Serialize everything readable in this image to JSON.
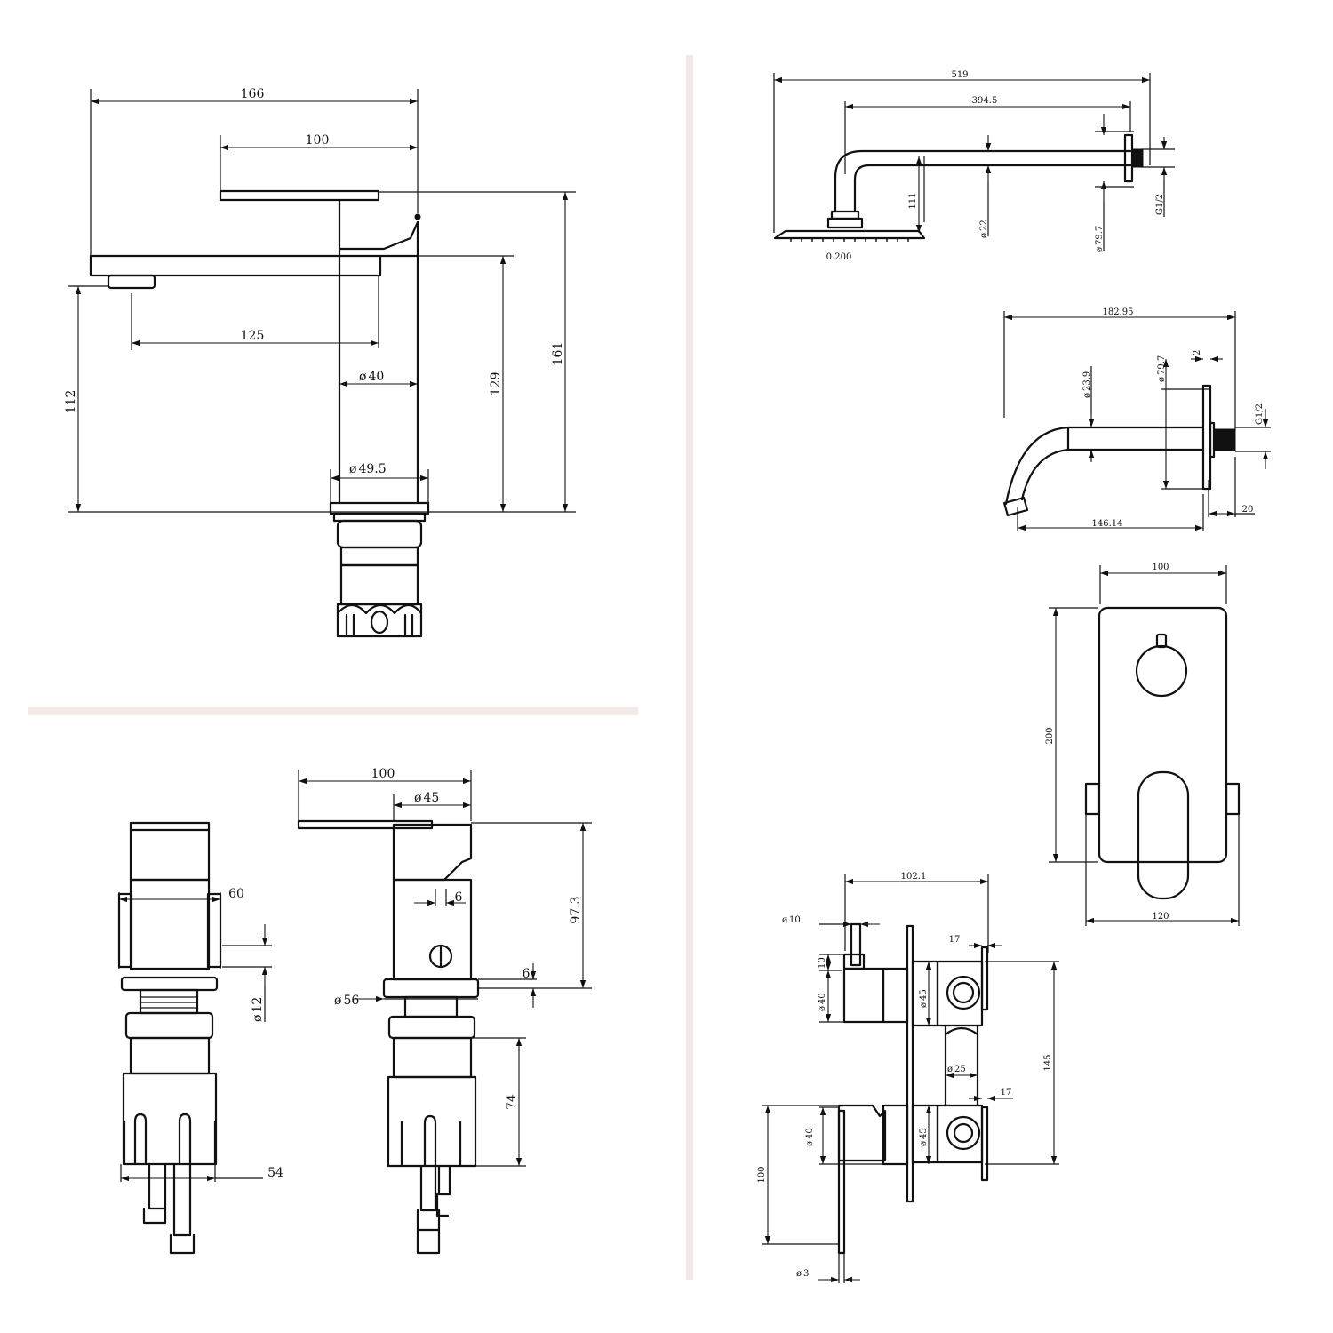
{
  "divider_color": "#f1eae6",
  "line_color": "#111111",
  "basin_mixer_side": {
    "width": "166",
    "lever_length": "100",
    "spout_reach": "125",
    "body_diameter": "40",
    "base_diameter": "49.5",
    "spout_height": "112",
    "outlet_height": "129",
    "overall_height": "161"
  },
  "shower_arm": {
    "overall_length": "519",
    "arm_length": "394.5",
    "drop_height": "111",
    "arm_diameter": "22",
    "flange_diameter": "79.7",
    "thread": "G1/2",
    "head_label": "0.200"
  },
  "wall_spout": {
    "overall_length": "182.95",
    "pipe_diameter": "23.9",
    "flange_diameter": "79.7",
    "flange_thickness": "2",
    "thread": "G1/2",
    "projection": "146.14",
    "thread_length": "20"
  },
  "wall_plate": {
    "plate_width": "100",
    "plate_height": "200",
    "overall_width": "120"
  },
  "diverter_section": {
    "depth": "102.1",
    "knob_diameter": "10",
    "knob_offset": "10",
    "knob_body_diameter": "40",
    "port_upper": "45",
    "flange_upper": "17",
    "pipe_diameter": "25",
    "flange_lower": "17",
    "port_lower": "45",
    "lever_body_diameter": "40",
    "lever_height": "100",
    "lever_thickness": "3",
    "centres": "145"
  },
  "basin_mixer_front": {
    "body_width": "60",
    "inlet_diameter": "12",
    "tail_spacing": "54"
  },
  "basin_mixer_rear": {
    "lever_length": "100",
    "cartridge_diameter": "45",
    "hole_diameter": "6",
    "body_height": "97.3",
    "base_diameter": "56",
    "base_thickness": "6",
    "tail_height": "74"
  }
}
